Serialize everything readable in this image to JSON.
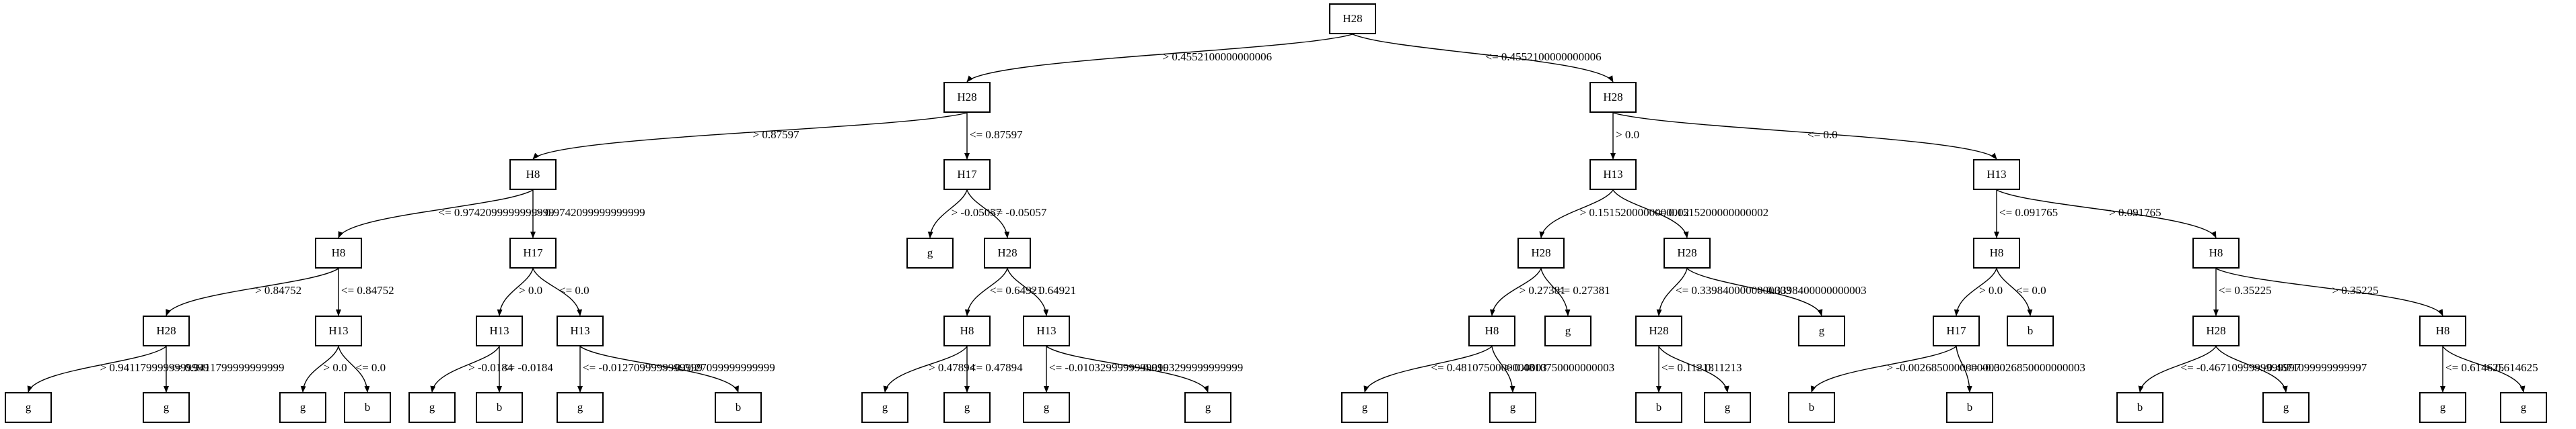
{
  "tree": {
    "nodes": [
      {
        "id": "n0",
        "label": "H28"
      },
      {
        "id": "n1",
        "label": "H28"
      },
      {
        "id": "n2",
        "label": "H28"
      },
      {
        "id": "n3",
        "label": "H8"
      },
      {
        "id": "n4",
        "label": "H17"
      },
      {
        "id": "n5",
        "label": "H13"
      },
      {
        "id": "n6",
        "label": "H13"
      },
      {
        "id": "n7",
        "label": "H8"
      },
      {
        "id": "n8",
        "label": "H17"
      },
      {
        "id": "n9",
        "label": "g"
      },
      {
        "id": "n10",
        "label": "H28"
      },
      {
        "id": "n11",
        "label": "H28"
      },
      {
        "id": "n12",
        "label": "H28"
      },
      {
        "id": "n13",
        "label": "H8"
      },
      {
        "id": "n14",
        "label": "H8"
      },
      {
        "id": "n15",
        "label": "H28"
      },
      {
        "id": "n16",
        "label": "H13"
      },
      {
        "id": "n17",
        "label": "H13"
      },
      {
        "id": "n18",
        "label": "H13"
      },
      {
        "id": "n19",
        "label": "H8"
      },
      {
        "id": "n20",
        "label": "H13"
      },
      {
        "id": "n21",
        "label": "H8"
      },
      {
        "id": "n22",
        "label": "g"
      },
      {
        "id": "n23",
        "label": "H28"
      },
      {
        "id": "n24",
        "label": "g"
      },
      {
        "id": "n25",
        "label": "H17"
      },
      {
        "id": "n26",
        "label": "b"
      },
      {
        "id": "n27",
        "label": "H28"
      },
      {
        "id": "n28",
        "label": "H8"
      },
      {
        "id": "n29",
        "label": "g"
      },
      {
        "id": "n30",
        "label": "g"
      },
      {
        "id": "n31",
        "label": "g"
      },
      {
        "id": "n32",
        "label": "b"
      },
      {
        "id": "n33",
        "label": "g"
      },
      {
        "id": "n34",
        "label": "b"
      },
      {
        "id": "n35",
        "label": "g"
      },
      {
        "id": "n36",
        "label": "b"
      },
      {
        "id": "n37",
        "label": "g"
      },
      {
        "id": "n38",
        "label": "g"
      },
      {
        "id": "n39",
        "label": "g"
      },
      {
        "id": "n40",
        "label": "g"
      },
      {
        "id": "n41",
        "label": "g"
      },
      {
        "id": "n42",
        "label": "g"
      },
      {
        "id": "n43",
        "label": "b"
      },
      {
        "id": "n44",
        "label": "g"
      },
      {
        "id": "n45",
        "label": "b"
      },
      {
        "id": "n46",
        "label": "b"
      },
      {
        "id": "n47",
        "label": "b"
      },
      {
        "id": "n48",
        "label": "g"
      },
      {
        "id": "n49",
        "label": "g"
      },
      {
        "id": "n50",
        "label": "g"
      }
    ],
    "edges": [
      {
        "from": "n0",
        "to": "n1",
        "label": "> 0.4552100000000006"
      },
      {
        "from": "n0",
        "to": "n2",
        "label": "<= 0.4552100000000006"
      },
      {
        "from": "n1",
        "to": "n3",
        "label": "> 0.87597"
      },
      {
        "from": "n1",
        "to": "n4",
        "label": "<= 0.87597"
      },
      {
        "from": "n2",
        "to": "n5",
        "label": "> 0.0"
      },
      {
        "from": "n2",
        "to": "n6",
        "label": "<= 0.0"
      },
      {
        "from": "n3",
        "to": "n7",
        "label": "<= 0.9742099999999999"
      },
      {
        "from": "n3",
        "to": "n8",
        "label": "> 0.9742099999999999"
      },
      {
        "from": "n4",
        "to": "n9",
        "label": "> -0.05057"
      },
      {
        "from": "n4",
        "to": "n10",
        "label": "<= -0.05057"
      },
      {
        "from": "n5",
        "to": "n11",
        "label": "> 0.1515200000000002"
      },
      {
        "from": "n5",
        "to": "n12",
        "label": "<= 0.1515200000000002"
      },
      {
        "from": "n6",
        "to": "n13",
        "label": "<= 0.091765"
      },
      {
        "from": "n6",
        "to": "n14",
        "label": "> 0.091765"
      },
      {
        "from": "n7",
        "to": "n15",
        "label": "> 0.84752"
      },
      {
        "from": "n7",
        "to": "n16",
        "label": "<= 0.84752"
      },
      {
        "from": "n8",
        "to": "n17",
        "label": "> 0.0"
      },
      {
        "from": "n8",
        "to": "n18",
        "label": "<= 0.0"
      },
      {
        "from": "n10",
        "to": "n19",
        "label": "<= 0.64921"
      },
      {
        "from": "n10",
        "to": "n20",
        "label": "> 0.64921"
      },
      {
        "from": "n11",
        "to": "n21",
        "label": "> 0.27381"
      },
      {
        "from": "n11",
        "to": "n22",
        "label": "<= 0.27381"
      },
      {
        "from": "n12",
        "to": "n23",
        "label": "<= 0.3398400000000003"
      },
      {
        "from": "n12",
        "to": "n24",
        "label": "> 0.3398400000000003"
      },
      {
        "from": "n13",
        "to": "n25",
        "label": "> 0.0"
      },
      {
        "from": "n13",
        "to": "n26",
        "label": "<= 0.0"
      },
      {
        "from": "n14",
        "to": "n27",
        "label": "<= 0.35225"
      },
      {
        "from": "n14",
        "to": "n28",
        "label": "> 0.35225"
      },
      {
        "from": "n15",
        "to": "n29",
        "label": "> 0.9411799999999999"
      },
      {
        "from": "n15",
        "to": "n30",
        "label": "<= 0.9411799999999999"
      },
      {
        "from": "n16",
        "to": "n31",
        "label": "> 0.0"
      },
      {
        "from": "n16",
        "to": "n32",
        "label": "<= 0.0"
      },
      {
        "from": "n17",
        "to": "n33",
        "label": "> -0.0184"
      },
      {
        "from": "n17",
        "to": "n34",
        "label": "<= -0.0184"
      },
      {
        "from": "n18",
        "to": "n35",
        "label": "<= -0.0127099999999999"
      },
      {
        "from": "n18",
        "to": "n36",
        "label": "> -0.0127099999999999"
      },
      {
        "from": "n19",
        "to": "n37",
        "label": "> 0.47894"
      },
      {
        "from": "n19",
        "to": "n38",
        "label": "<= 0.47894"
      },
      {
        "from": "n20",
        "to": "n39",
        "label": "<= -0.0103299999999999"
      },
      {
        "from": "n20",
        "to": "n40",
        "label": "> -0.0103299999999999"
      },
      {
        "from": "n21",
        "to": "n41",
        "label": "<= 0.4810750000000003"
      },
      {
        "from": "n21",
        "to": "n42",
        "label": "> 0.4810750000000003"
      },
      {
        "from": "n23",
        "to": "n43",
        "label": "<= 0.11213"
      },
      {
        "from": "n23",
        "to": "n44",
        "label": "> 0.11213"
      },
      {
        "from": "n25",
        "to": "n45",
        "label": "> -0.0026850000000003"
      },
      {
        "from": "n25",
        "to": "n46",
        "label": "<= -0.0026850000000003"
      },
      {
        "from": "n27",
        "to": "n47",
        "label": "<= -0.4671099999999997"
      },
      {
        "from": "n27",
        "to": "n48",
        "label": "> -0.4671099999999997"
      },
      {
        "from": "n28",
        "to": "n49",
        "label": "<= 0.614625"
      },
      {
        "from": "n28",
        "to": "n50",
        "label": "> 0.614625"
      }
    ]
  }
}
